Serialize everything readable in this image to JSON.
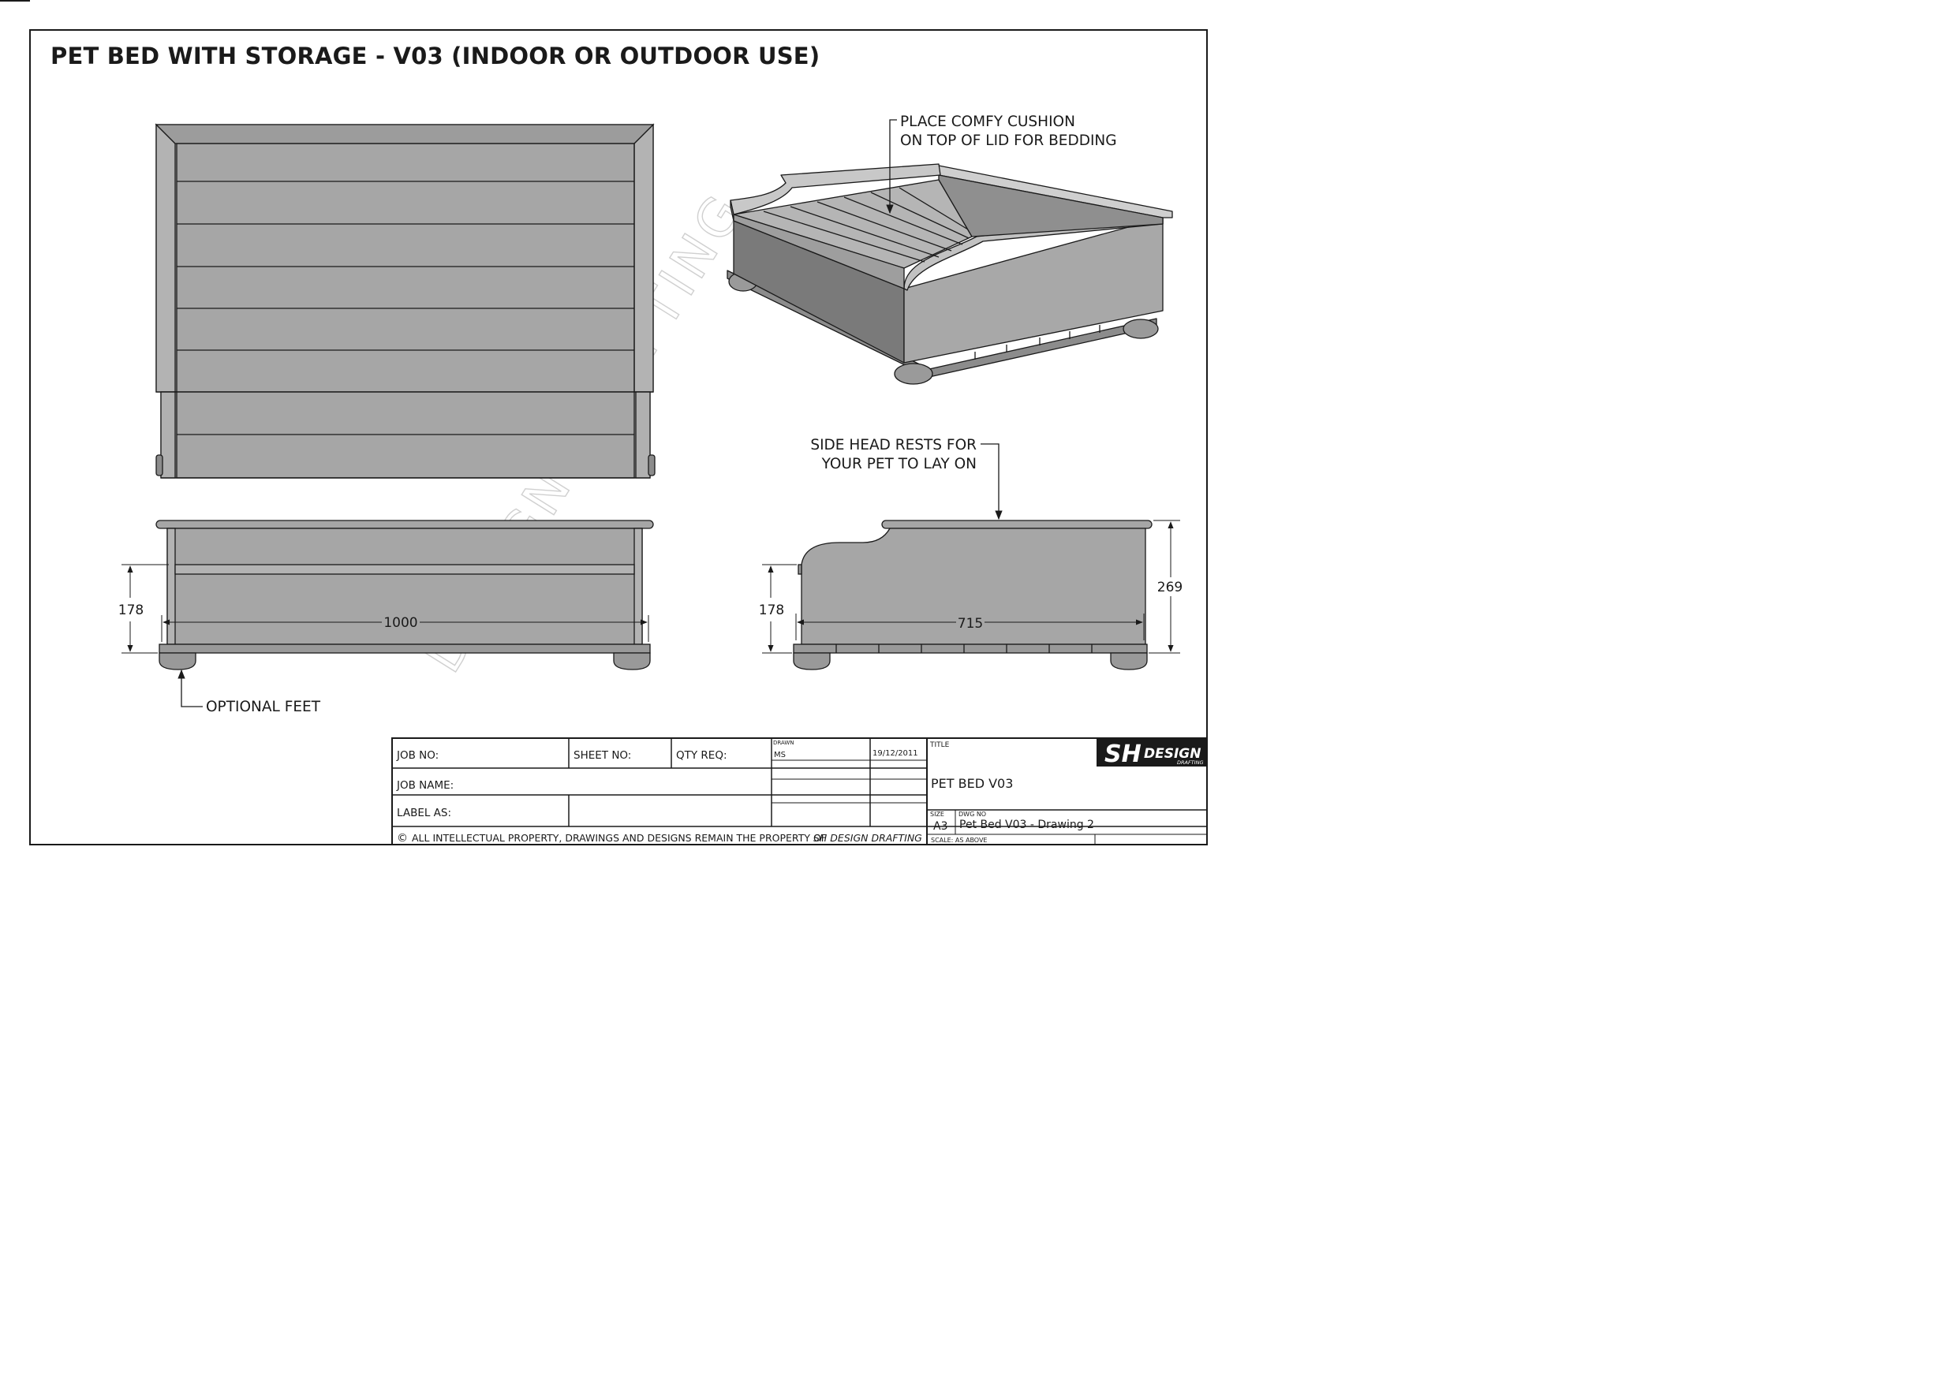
{
  "sheet": {
    "title": "PET BED WITH STORAGE - V03 (INDOOR OR OUTDOOR USE)",
    "watermark": "DESIGN DRAFTING"
  },
  "notes": {
    "cushion_line1": "PLACE COMFY CUSHION",
    "cushion_line2": "ON TOP OF LID FOR BEDDING",
    "headrest_line1": "SIDE HEAD RESTS FOR",
    "headrest_line2": "YOUR PET TO LAY ON",
    "feet": "OPTIONAL FEET"
  },
  "dimensions": {
    "front_height": "178",
    "front_width": "1000",
    "side_height": "178",
    "side_depth": "715",
    "side_total_height": "269"
  },
  "title_block": {
    "job_no": "JOB NO:",
    "sheet_no": "SHEET NO:",
    "qty_req": "QTY REQ:",
    "drawn_label": "DRAWN",
    "drawn_by": "MS",
    "date": "19/12/2011",
    "job_name": "JOB NAME:",
    "label_as": "LABEL AS:",
    "copyright_symbol": "©",
    "copyright_text": "ALL INTELLECTUAL PROPERTY, DRAWINGS AND DESIGNS REMAIN THE PROPERTY OF",
    "copyright_owner": "SH DESIGN DRAFTING",
    "title_label": "TITLE",
    "title_value": "PET BED V03",
    "size_label": "SIZE",
    "size_value": "A3",
    "dwg_no_label": "DWG NO",
    "dwg_no_value": "Pet Bed V03 - Drawing 2",
    "scale": "SCALE: AS ABOVE",
    "logo_mark": "SH",
    "logo_word": "DESIGN",
    "logo_sub": "DRAFTING"
  },
  "colors": {
    "panel": "#a6a6a6",
    "panel_dark": "#8c8c8c",
    "panel_light": "#bdbdbd",
    "line": "#1a1a1a"
  }
}
